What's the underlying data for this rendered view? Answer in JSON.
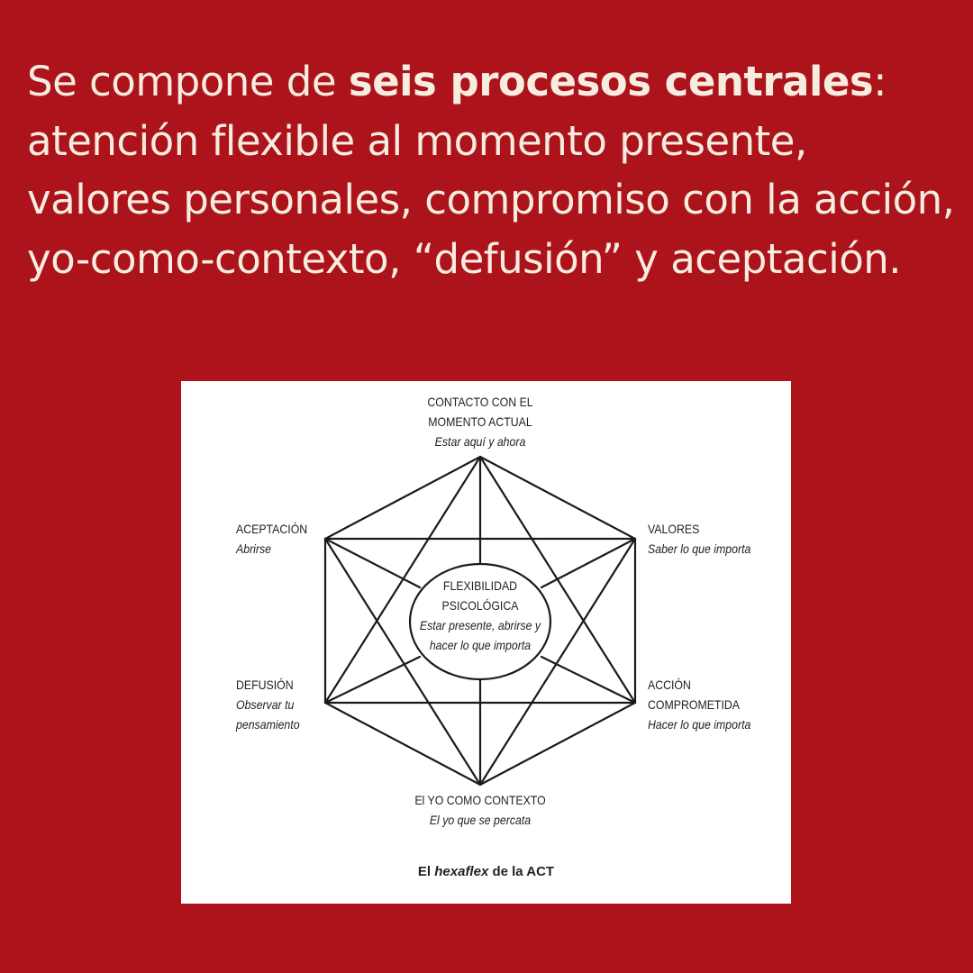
{
  "headline": {
    "pre": "Se compone de  ",
    "bold": "seis procesos centrales",
    "post": ": atención flexible al momento presente, valores personales, compromiso con la acción, yo-como-contexto, “defusión” y aceptación."
  },
  "colors": {
    "background": "#ac131a",
    "text": "#f6ece0",
    "panel": "#ffffff",
    "lines": "#1a1a1a"
  },
  "diagram": {
    "center": {
      "title1": "FLEXIBILIDAD",
      "title2": "PSICOLÓGICA",
      "sub1": "Estar presente, abrirse y",
      "sub2": "hacer lo que importa"
    },
    "nodes": {
      "top": {
        "title1": "CONTACTO CON EL",
        "title2": "MOMENTO ACTUAL",
        "sub": "Estar aquí y ahora"
      },
      "upper_left": {
        "title": "ACEPTACIÓN",
        "sub": "Abrirse"
      },
      "upper_right": {
        "title": "VALORES",
        "sub": "Saber lo que importa"
      },
      "lower_left": {
        "title": "DEFUSIÓN",
        "sub1": "Observar tu",
        "sub2": "pensamiento"
      },
      "lower_right": {
        "title1": "ACCIÓN",
        "title2": "COMPROMETIDA",
        "sub": "Hacer lo que importa"
      },
      "bottom": {
        "title": "El YO COMO CONTEXTO",
        "sub": "El yo que se percata"
      }
    },
    "caption": {
      "pre": "El ",
      "italic": "hexaflex",
      "post": " de la ACT"
    }
  }
}
